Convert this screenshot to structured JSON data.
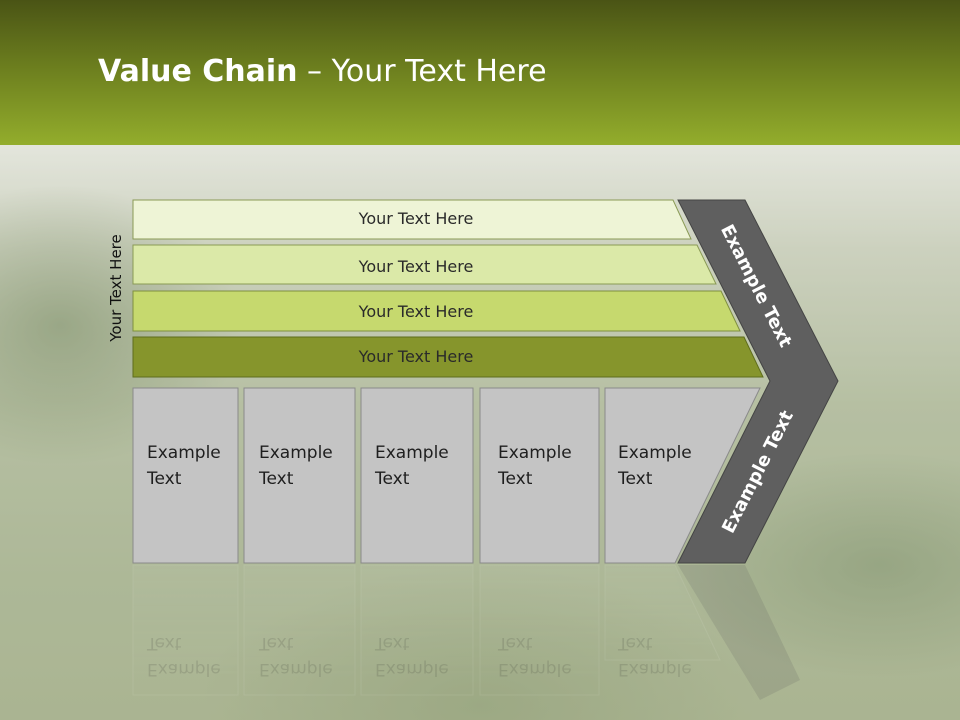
{
  "header": {
    "title_bold": "Value Chain",
    "title_rest": " – Your Text Here"
  },
  "side_label": "Your Text Here",
  "support_bars": [
    "Your Text Here",
    "Your Text Here",
    "Your Text Here",
    "Your Text Here"
  ],
  "primary_activities": [
    "Example Text",
    "Example Text",
    "Example Text",
    "Example Text",
    "Example Text"
  ],
  "chevron": {
    "upper_label": "Example Text",
    "lower_label": "Example Text"
  },
  "colors": {
    "bar1": "#eef4d6",
    "bar2": "#dbe9a8",
    "bar3": "#c6d96e",
    "bar4": "#86952c",
    "card": "#c4c4c4",
    "chevron": "#5f5f5f"
  }
}
